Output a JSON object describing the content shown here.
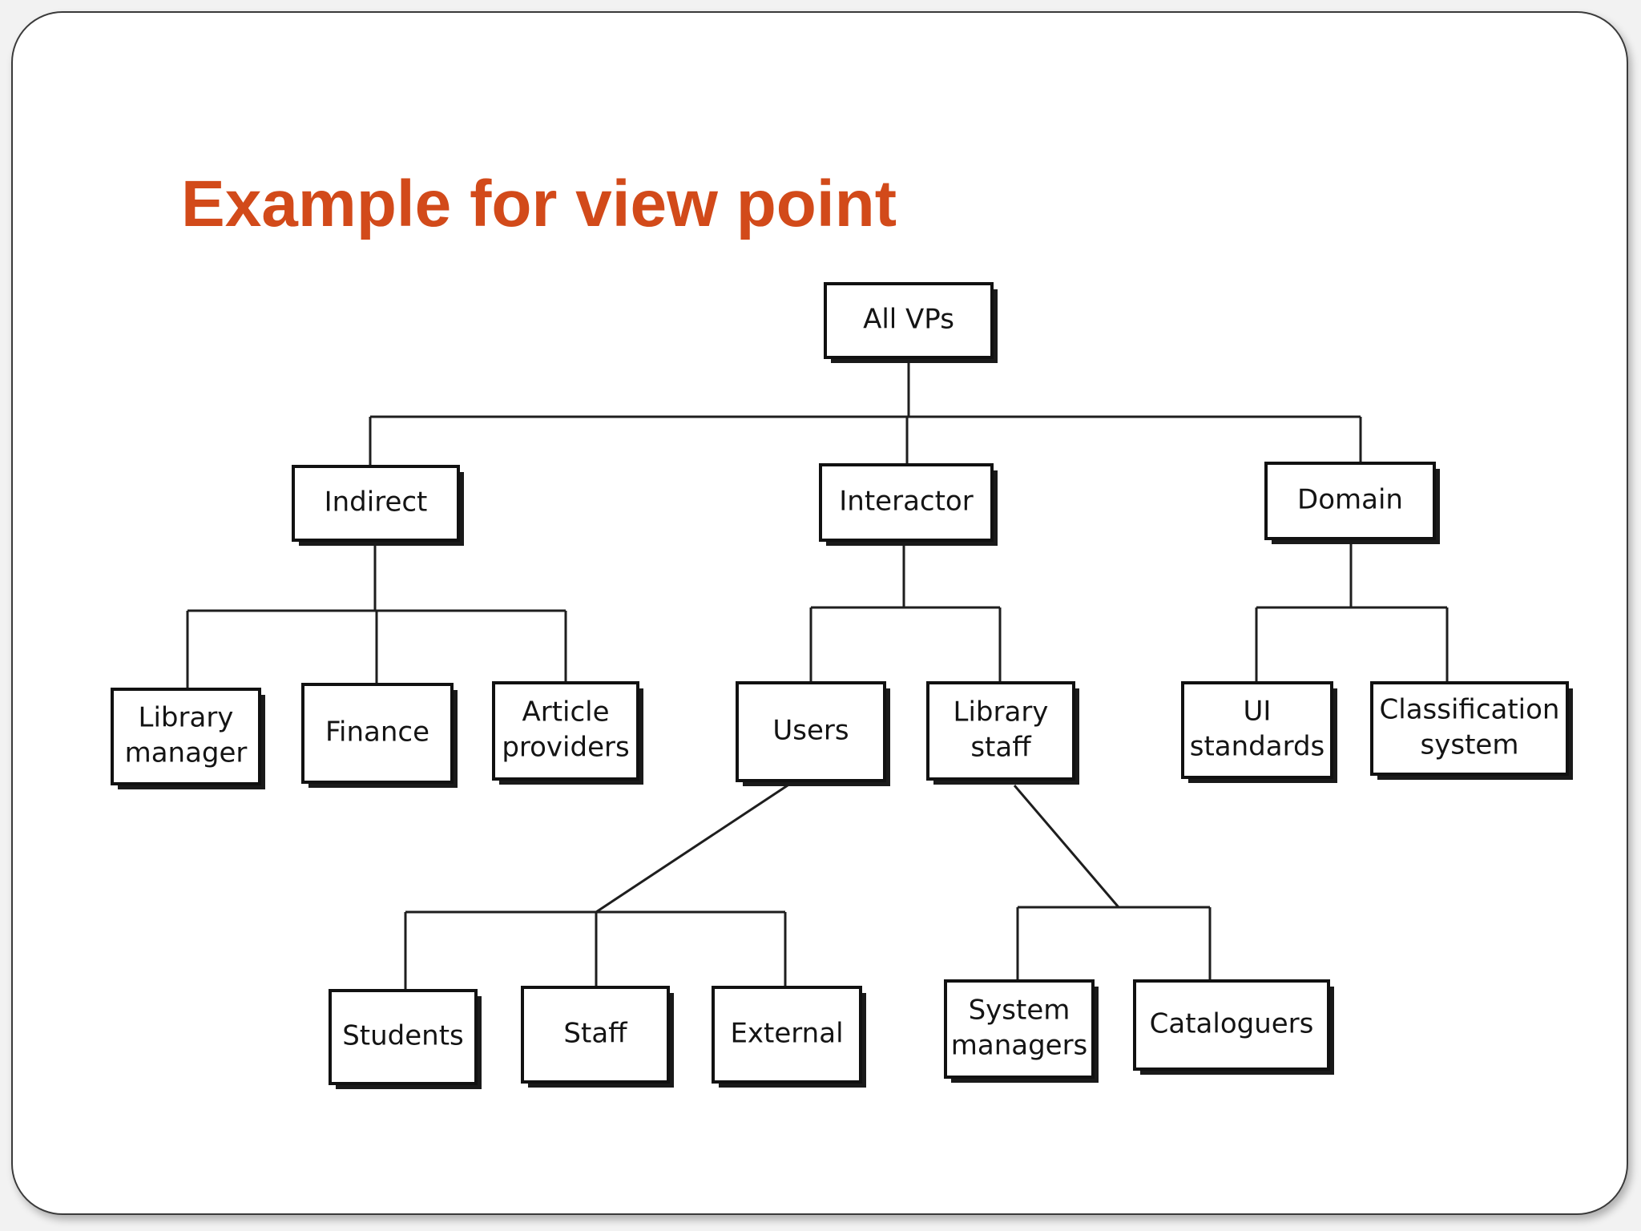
{
  "slide": {
    "title": "Example for view point",
    "title_color": "#d24a1a"
  },
  "diagram": {
    "root": {
      "lines": [
        "All VPs"
      ]
    },
    "categories": {
      "indirect": {
        "lines": [
          "Indirect"
        ]
      },
      "interactor": {
        "lines": [
          "Interactor"
        ]
      },
      "domain": {
        "lines": [
          "Domain"
        ]
      }
    },
    "leaves": {
      "library_manager": {
        "lines": [
          "Library",
          "manager"
        ]
      },
      "finance": {
        "lines": [
          "Finance"
        ]
      },
      "article_providers": {
        "lines": [
          "Article",
          "providers"
        ]
      },
      "users": {
        "lines": [
          "Users"
        ]
      },
      "library_staff": {
        "lines": [
          "Library",
          "staff"
        ]
      },
      "ui_standards": {
        "lines": [
          "UI",
          "standards"
        ]
      },
      "classification_system": {
        "lines": [
          "Classification",
          "system"
        ]
      },
      "students": {
        "lines": [
          "Students"
        ]
      },
      "staff": {
        "lines": [
          "Staff"
        ]
      },
      "external": {
        "lines": [
          "External"
        ]
      },
      "system_managers": {
        "lines": [
          "System",
          "managers"
        ]
      },
      "cataloguers": {
        "lines": [
          "Cataloguers"
        ]
      }
    }
  }
}
